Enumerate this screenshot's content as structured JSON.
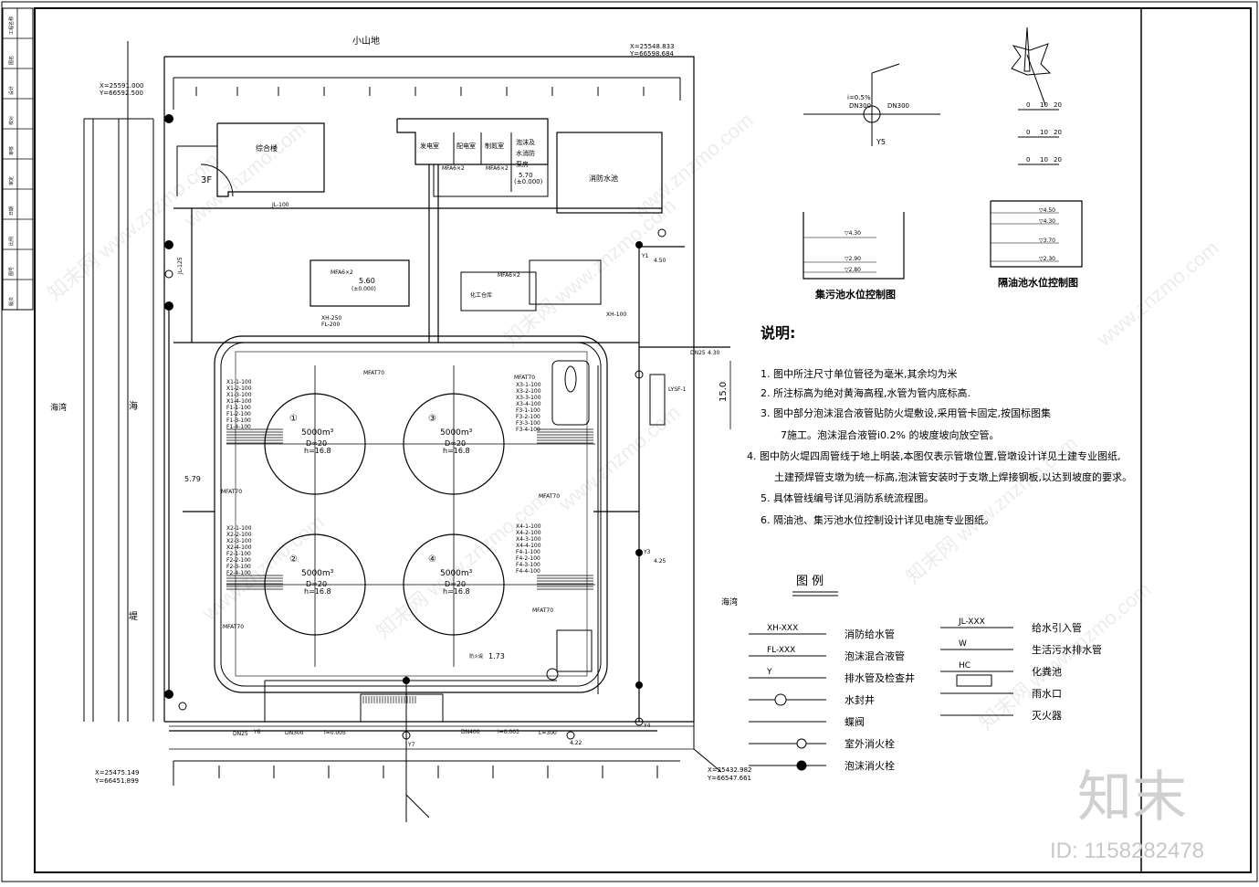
{
  "title_block": {
    "strip_labels": [
      "工程名称",
      "图名",
      "设计",
      "校对",
      "审核",
      "审定",
      "日期",
      "比例",
      "图号",
      "版次"
    ]
  },
  "site": {
    "north_label": "小山地",
    "west_sea": "海湾",
    "west_dike_1": "海",
    "west_dike_2": "堤",
    "east_sea": "海湾",
    "coords": {
      "nw": [
        "X=25591.000",
        "Y=66592.500"
      ],
      "ne": [
        "X=25548.833",
        "Y=66598.684"
      ],
      "sw": [
        "X=25475.149",
        "Y=66451.899"
      ],
      "se": [
        "X=25432.982",
        "Y=66547.661"
      ]
    }
  },
  "buildings": {
    "office": "综合楼",
    "office_floors": "3F",
    "generator": "发电室",
    "power": "配电室",
    "nitrogen": "制氮室",
    "foam_pump": [
      "泡沫及",
      "水消防",
      "泵房"
    ],
    "fire_pool": "消防水池",
    "chem": "化工仓库",
    "mfa_1": "MFA6×2",
    "mfa_2": "MFA6×2",
    "mfa_3": "MFA6×2",
    "mfa_4": "MFA6×2"
  },
  "elevations": {
    "pump_room": "5.70",
    "pump_room_datum": "(±0.000)",
    "center_block": "5.60",
    "center_block_datum": "(±0.000)",
    "west_yard": "5.79",
    "dike": "1.73",
    "dike_label": "防火堤"
  },
  "tanks": [
    {
      "no": "①",
      "cap": "5000m³",
      "d": "D=20",
      "h": "h=16.8"
    },
    {
      "no": "③",
      "cap": "5000m³",
      "d": "D=20",
      "h": "h=16.8"
    },
    {
      "no": "②",
      "cap": "5000m³",
      "d": "D=20",
      "h": "h=16.8"
    },
    {
      "no": "④",
      "cap": "5000m³",
      "d": "D=20",
      "h": "h=16.8"
    }
  ],
  "pipes": {
    "jl100": "JL-100",
    "jl125": "JL-125",
    "xh250": "XH-250",
    "fl200": "FL-200",
    "xh100": "XH-100",
    "dn25": "DN25",
    "dn300": "DN300",
    "dn400": "DN400",
    "i003": "i=0.003",
    "i0005": "i=0.005",
    "l300": "L=300",
    "y1": "Y1",
    "y3": "Y3",
    "y4": "Y4",
    "y5": "Y5",
    "y6": "Y6",
    "y7": "Y7",
    "lysf": "LYSF-1",
    "dn25b": "DN25",
    "h430": "4.30",
    "h450": "4.50",
    "h425": "4.25",
    "h422": "4.22",
    "sx_west": [
      "X1-1-100",
      "X1-2-100",
      "X1-3-100",
      "X1-4-100",
      "F1-1-100",
      "F1-2-100",
      "F1-3-100",
      "F1-4-100"
    ],
    "sx_west2": [
      "X2-1-100",
      "X2-2-100",
      "X2-3-100",
      "X2-4-100",
      "F2-1-100",
      "F2-2-100",
      "F2-3-100",
      "F2-4-100"
    ],
    "sx_east": [
      "X3-1-100",
      "X3-2-100",
      "X3-3-100",
      "X3-4-100",
      "F3-1-100",
      "F3-2-100",
      "F3-3-100",
      "F3-4-100"
    ],
    "sx_east2": [
      "X4-1-100",
      "X4-2-100",
      "X4-3-100",
      "X4-4-100",
      "F4-1-100",
      "F4-2-100",
      "F4-3-100",
      "F4-4-100"
    ],
    "mfat": "MFAT70"
  },
  "details": {
    "pit_title": "集污池水位控制图",
    "oil_title": "隔油池水位控制图",
    "pit_levels": [
      "▽4.30",
      "▽2.90",
      "▽2.80"
    ],
    "oil_levels": [
      "▽4.50",
      "▽4.30",
      "▽3.70",
      "▽2.30"
    ],
    "valve_dn300a": "DN300",
    "valve_dn300b": "DN300",
    "valve_slope": "i=0.5%",
    "valve_y": "Y5",
    "scale_values": [
      "0",
      "10",
      "20"
    ]
  },
  "notes": {
    "heading": "说明:",
    "items": [
      "1.  图中所注尺寸单位管径为毫米,其余均为米",
      "2.   所注标高为绝对黄海高程,水管为管内底标高.",
      "3.   图中部分泡沫混合液管贴防火堤敷设,采用管卡固定,按国标图集",
      "7施工。泡沫混合液管i0.2%            的坡度坡向放空管。",
      "4.   图中防火堤四周管线于地上明装,本图仅表示管墩位置,管墩设计详见土建专业图纸,",
      "土建预焊管支墩为统一标高,泡沫管安装时于支墩上焊接钢板,以达到坡度的要求。",
      "5.   具体管线编号详见消防系统流程图。",
      "6.   隔油池、集污池水位控制设计详见电施专业图纸。"
    ],
    "dim": "15.0"
  },
  "legend": {
    "title": "图      例",
    "left": [
      {
        "sym": "XH-XXX",
        "label": "消防给水管"
      },
      {
        "sym": "FL-XXX",
        "label": "泡沫混合液管"
      },
      {
        "sym": "Y",
        "label": "排水管及检查井"
      },
      {
        "sym": "",
        "label": "水封井"
      },
      {
        "sym": "",
        "label": "蝶阀"
      },
      {
        "sym": "",
        "label": "室外消火栓"
      },
      {
        "sym": "",
        "label": "泡沫消火栓"
      }
    ],
    "right": [
      {
        "sym": "JL-XXX",
        "label": "给水引入管"
      },
      {
        "sym": "W",
        "label": "生活污水排水管"
      },
      {
        "sym": "HC",
        "label": "化粪池"
      },
      {
        "sym": "",
        "label": "雨水口"
      },
      {
        "sym": "",
        "label": "灭火器"
      }
    ]
  },
  "watermark": {
    "brand": "知末",
    "site": "www.znzmo.com",
    "cn": "知末网",
    "id": "ID: 1158282478"
  }
}
